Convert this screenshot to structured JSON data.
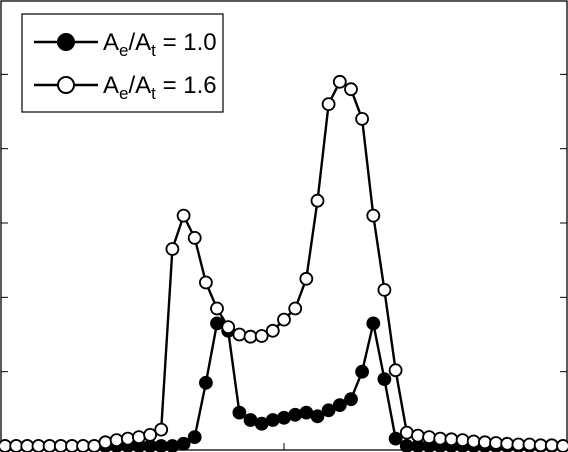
{
  "chart_data": {
    "type": "line",
    "title": "",
    "xlabel": "",
    "ylabel": "",
    "xlim": [
      0,
      50
    ],
    "ylim": [
      0,
      6
    ],
    "grid": false,
    "legend_position": "top-left",
    "x_ticks_top": [
      25
    ],
    "y_ticks": [
      1,
      2,
      3,
      4,
      5
    ],
    "series": [
      {
        "name_base1": "A",
        "name_sub1": "e",
        "name_sep": "/",
        "name_base2": "A",
        "name_sub2": "t",
        "name_eq": " = 1.0",
        "marker": "filled-circle",
        "x": [
          0,
          1,
          2,
          3,
          4,
          5,
          6,
          7,
          8,
          9,
          10,
          11,
          12,
          13,
          14,
          15,
          16,
          17,
          18,
          19,
          20,
          21,
          22,
          23,
          24,
          25,
          26,
          27,
          28,
          29,
          30,
          31,
          32,
          33,
          34,
          35,
          36,
          37,
          38,
          39,
          40,
          41,
          42,
          43,
          44,
          45,
          46,
          47,
          48,
          49,
          50
        ],
        "y": [
          0,
          0,
          0,
          0,
          0,
          0,
          0,
          0,
          0,
          0,
          0,
          0,
          0,
          0,
          0,
          0,
          0.03,
          0.12,
          0.85,
          1.65,
          1.55,
          0.45,
          0.35,
          0.3,
          0.35,
          0.38,
          0.42,
          0.45,
          0.4,
          0.48,
          0.55,
          0.63,
          1.0,
          1.65,
          0.9,
          0.1,
          0,
          0,
          0,
          0,
          0,
          0,
          0,
          0,
          0,
          0,
          0,
          0,
          0,
          0,
          0
        ]
      },
      {
        "name_base1": "A",
        "name_sub1": "e",
        "name_sep": "/",
        "name_base2": "A",
        "name_sub2": "t",
        "name_eq": " = 1.6",
        "marker": "open-circle",
        "x": [
          0,
          1,
          2,
          3,
          4,
          5,
          6,
          7,
          8,
          9,
          10,
          11,
          12,
          13,
          14,
          15,
          16,
          17,
          18,
          19,
          20,
          21,
          22,
          23,
          24,
          25,
          26,
          27,
          28,
          29,
          30,
          31,
          32,
          33,
          34,
          35,
          36,
          37,
          38,
          39,
          40,
          41,
          42,
          43,
          44,
          45,
          46,
          47,
          48,
          49,
          50
        ],
        "y": [
          0,
          0,
          0,
          0,
          0,
          0,
          0,
          0,
          0,
          0.05,
          0.08,
          0.1,
          0.12,
          0.15,
          0.22,
          2.65,
          3.1,
          2.8,
          2.2,
          1.85,
          1.6,
          1.5,
          1.47,
          1.48,
          1.55,
          1.7,
          1.85,
          2.25,
          3.3,
          4.6,
          4.9,
          4.8,
          4.4,
          3.1,
          2.1,
          1.02,
          0.18,
          0.14,
          0.12,
          0.1,
          0.09,
          0.08,
          0.06,
          0.05,
          0.04,
          0.03,
          0.02,
          0.02,
          0.01,
          0.01,
          0
        ]
      }
    ]
  }
}
